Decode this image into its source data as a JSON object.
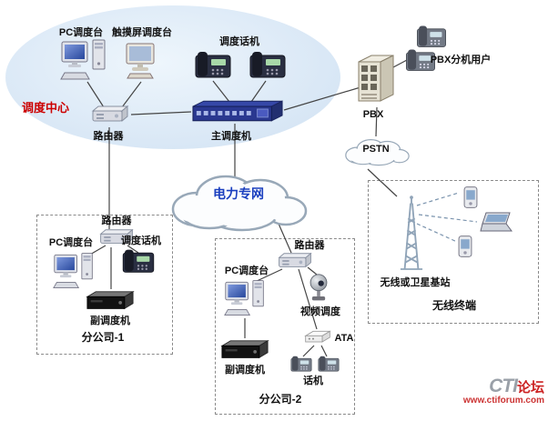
{
  "colors": {
    "center_title": "#cc0000",
    "network_label": "#1a3fbf",
    "watermark_red": "#cc2222",
    "watermark_gray": "#9aa0a8"
  },
  "center": {
    "title": "调度中心",
    "pc_console": "PC调度台",
    "touch_console": "触摸屏调度台",
    "dispatch_phone": "调度话机",
    "router": "路由器",
    "main_dispatcher": "主调度机"
  },
  "pbx": {
    "label": "PBX",
    "users_label": "PBX分机用户",
    "pstn_label": "PSTN"
  },
  "network": {
    "label": "电力专网"
  },
  "branch1": {
    "title": "分公司-1",
    "router": "路由器",
    "pc_console": "PC调度台",
    "dispatch_phone": "调度话机",
    "backup_dispatcher": "副调度机"
  },
  "branch2": {
    "title": "分公司-2",
    "router": "路由器",
    "pc_console": "PC调度台",
    "video_dispatch": "视频调度",
    "backup_dispatcher": "副调度机",
    "ata": "ATA",
    "phone": "话机"
  },
  "wireless": {
    "title": "无线终端",
    "base_station": "无线或卫星基站"
  },
  "watermark": {
    "brand_cti": "CTI",
    "brand_forum": "论坛",
    "url": "www.ctiforum.com"
  }
}
